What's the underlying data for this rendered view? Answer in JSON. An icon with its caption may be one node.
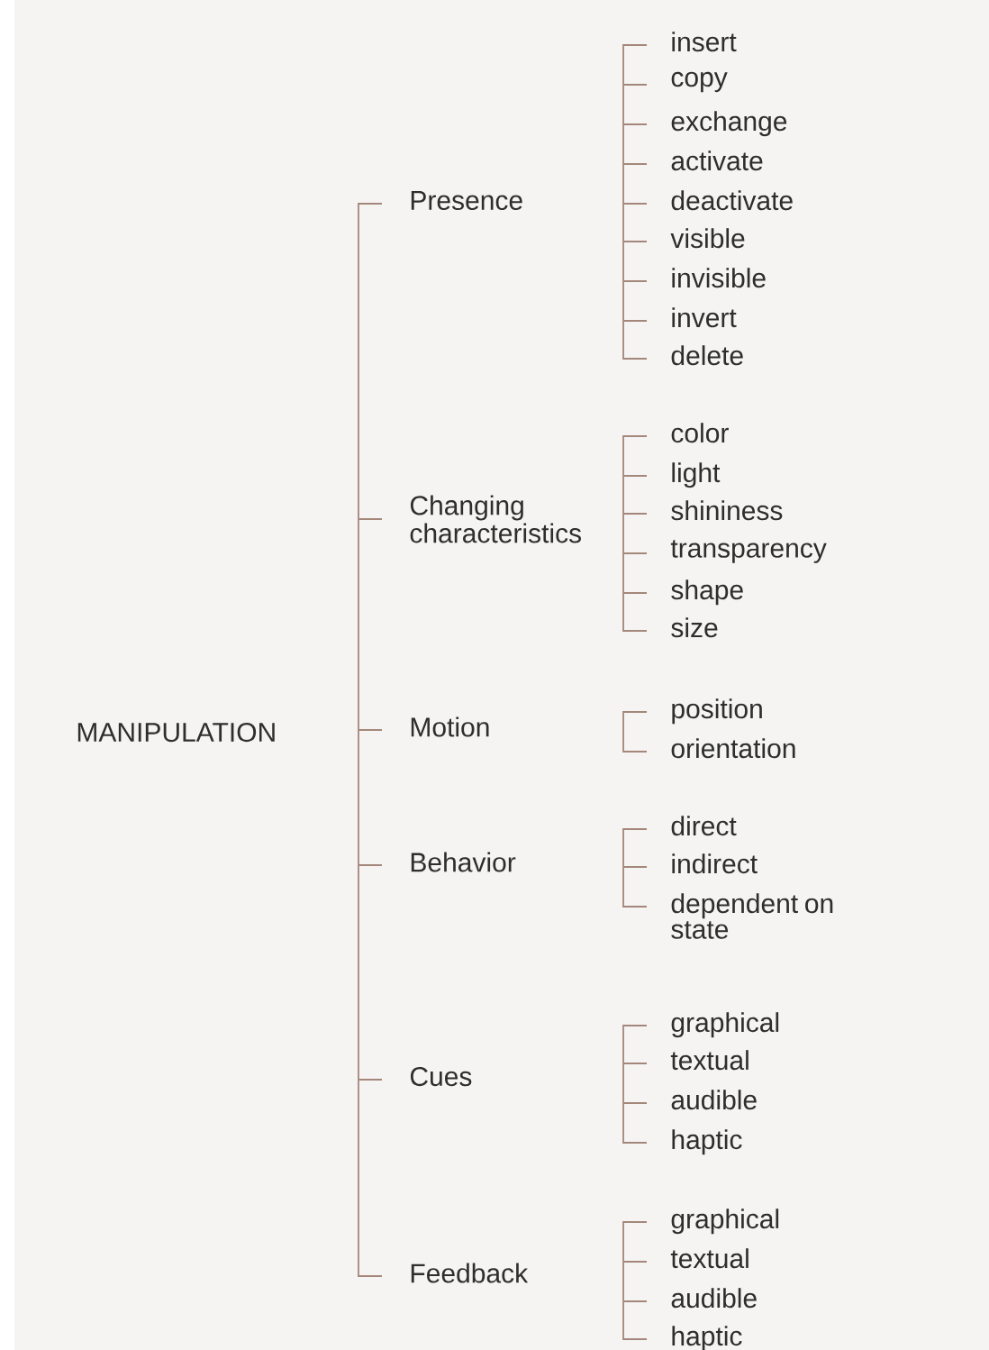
{
  "diagram": {
    "nodes": [
      {
        "text": [
          "MANIPULATION"
        ]
      },
      {
        "text": [
          "Presence"
        ]
      },
      {
        "text": [
          "insert"
        ]
      },
      {
        "text": [
          "copy"
        ]
      },
      {
        "text": [
          "exchange"
        ]
      },
      {
        "text": [
          "activate"
        ]
      },
      {
        "text": [
          "deactivate"
        ]
      },
      {
        "text": [
          "visible"
        ]
      },
      {
        "text": [
          "invisible"
        ]
      },
      {
        "text": [
          "invert"
        ]
      },
      {
        "text": [
          "delete"
        ]
      },
      {
        "text": [
          "Changing characteristics"
        ]
      },
      {
        "text": [
          "color"
        ]
      },
      {
        "text": [
          "light"
        ]
      },
      {
        "text": [
          "shininess"
        ]
      },
      {
        "text": [
          "transparency"
        ]
      },
      {
        "text": [
          "shape"
        ]
      },
      {
        "text": [
          "size"
        ]
      },
      {
        "text": [
          "Motion"
        ]
      },
      {
        "text": [
          "position"
        ]
      },
      {
        "text": [
          "orientation"
        ]
      },
      {
        "text": [
          "Behavior"
        ]
      },
      {
        "text": [
          "direct"
        ]
      },
      {
        "text": [
          "indirect"
        ]
      },
      {
        "text": [
          "dependent on state"
        ]
      },
      {
        "text": [
          "Cues"
        ]
      },
      {
        "text": [
          "graphical"
        ]
      },
      {
        "text": [
          "textual"
        ]
      },
      {
        "text": [
          "audible"
        ]
      },
      {
        "text": [
          "haptic"
        ]
      },
      {
        "text": [
          "Feedback"
        ]
      },
      {
        "text": [
          "graphical"
        ]
      },
      {
        "text": [
          "textual"
        ]
      },
      {
        "text": [
          "audible"
        ]
      },
      {
        "text": [
          "haptic"
        ]
      }
    ]
  }
}
